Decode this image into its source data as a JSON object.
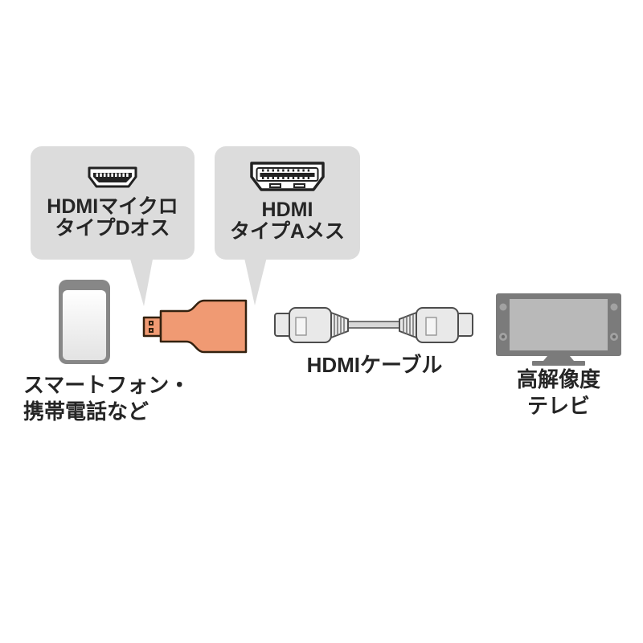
{
  "figure": {
    "type": "product-connection-diagram",
    "background": "#ffffff"
  },
  "colors": {
    "bubble_gray": "#dcdcdc",
    "text_dark": "#252525",
    "icon_outline": "#222222",
    "adapter_orange": "#f09a73",
    "adapter_outline": "#33210f",
    "device_gray": "#7b7b7b",
    "tv_screen_gray": "#b9b9b9",
    "cable_gray": "#e9e9e9",
    "cable_outline": "#4d4d4d",
    "phone_border_gray": "#878787"
  },
  "bubbles": [
    {
      "icon": "hdmi-micro-connector",
      "lines": [
        "HDMIマイクロ",
        "タイプDオス"
      ]
    },
    {
      "icon": "hdmi-type-a-connector",
      "lines": [
        "HDMI",
        "タイプAメス"
      ]
    }
  ],
  "labels": {
    "smartphone_line1": "スマートフォン・",
    "smartphone_line2": "携帯電話など",
    "cable": "HDMIケーブル",
    "tv_line1": "高解像度",
    "tv_line2": "テレビ"
  }
}
